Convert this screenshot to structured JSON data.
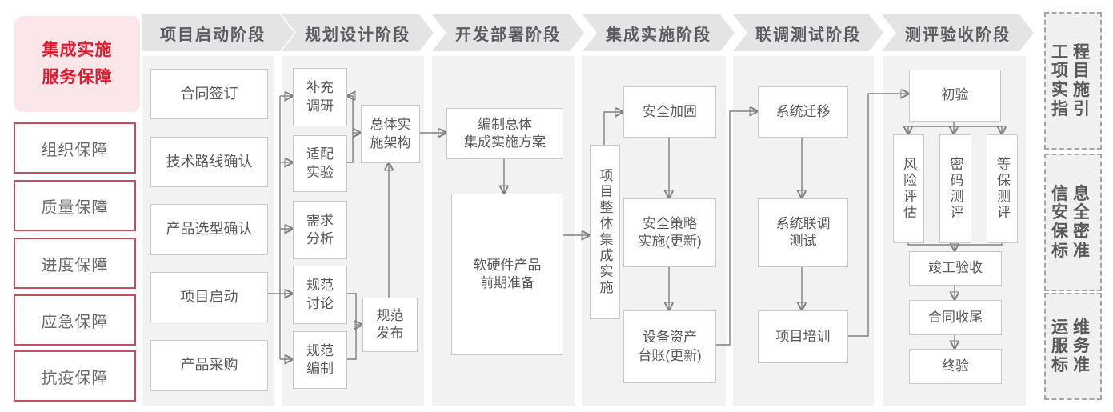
{
  "sidebar": {
    "title": "集成实施\n服务保障",
    "items": [
      "组织保障",
      "质量保障",
      "进度保障",
      "应急保障",
      "抗疫保障"
    ]
  },
  "phases": [
    "项目启动阶段",
    "规划设计阶段",
    "开发部署阶段",
    "集成实施阶段",
    "联调测试阶段",
    "测评验收阶段"
  ],
  "nodes": {
    "contract_signing": "合同签订",
    "tech_route_confirm": "技术路线确认",
    "product_selection_confirm": "产品选型确认",
    "project_kickoff": "项目启动",
    "product_procurement": "产品采购",
    "supplement_research": "补充\n调研",
    "adaptation_test": "适配\n实验",
    "requirement_analysis": "需求\n分析",
    "spec_discussion": "规范\n讨论",
    "spec_drafting": "规范\n编制",
    "overall_architecture": "总体实\n施架构",
    "spec_release": "规范\n发布",
    "overall_plan": "编制总体\n集成实施方案",
    "hw_sw_preparation": "软硬件产品\n前期准备",
    "project_overall_integration": "项目整体集成实施",
    "security_hardening": "安全加固",
    "security_policy_impl": "安全策略\n实施(更新)",
    "asset_ledger_update": "设备资产\n台账(更新)",
    "system_migration": "系统迁移",
    "system_joint_testing": "系统联调\n测试",
    "project_training": "项目培训",
    "initial_acceptance": "初验",
    "risk_assessment": "风险评估",
    "crypto_evaluation": "密码测评",
    "mlps_evaluation": "等保测评",
    "completion_acceptance": "竣工验收",
    "contract_closure": "合同收尾",
    "final_acceptance": "终验"
  },
  "side_refs": [
    "工程\n项目\n实施\n指引",
    "信息\n安全\n保密\n标准",
    "运维\n服务\n标准"
  ],
  "colors": {
    "accent_red": "#e5182d",
    "sidebar_border_red": "#c5505c",
    "banner_pink": "#fbe7e9",
    "band_gray": "#e4e4e4",
    "panel_gray": "#f2f2f2",
    "line_gray": "#808080",
    "text_gray": "#595959"
  }
}
